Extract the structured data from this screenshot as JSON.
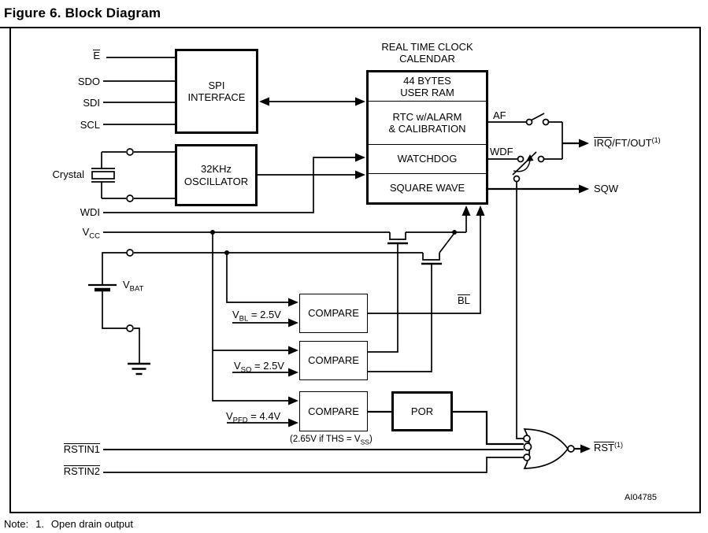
{
  "figure": {
    "title": "Figure 6. Block Diagram",
    "code": "AI04785"
  },
  "note": {
    "label": "Note:",
    "number": "1.",
    "text": "Open drain output"
  },
  "pins": {
    "e": "E",
    "sdo": "SDO",
    "sdi": "SDI",
    "scl": "SCL",
    "crystal": "Crystal",
    "wdi": "WDI",
    "vcc": {
      "base": "V",
      "sub": "CC"
    },
    "vbat": {
      "base": "V",
      "sub": "BAT"
    },
    "rstin1": "RSTIN1",
    "rstin2": "RSTIN2"
  },
  "outputs": {
    "irq": {
      "ov": "IRQ",
      "rest": "/FT/OUT",
      "sup": "(1)"
    },
    "sqw": "SQW",
    "rst": {
      "ov": "RST",
      "sup": "(1)"
    }
  },
  "blocks": {
    "spi": "SPI\nINTERFACE",
    "osc": "32KHz\nOSCILLATOR",
    "rtc_header": "REAL TIME CLOCK\nCALENDAR",
    "rtc_rows": [
      "44 BYTES\nUSER RAM",
      "RTC w/ALARM\n& CALIBRATION",
      "WATCHDOG",
      "SQUARE WAVE"
    ],
    "compare": "COMPARE",
    "por": "POR"
  },
  "signals": {
    "af": "AF",
    "wdf": "WDF",
    "bl": "BL",
    "vbl": {
      "base": "V",
      "sub": "BL",
      "val": " = 2.5V"
    },
    "vso": {
      "base": "V",
      "sub": "SO",
      "val": " = 2.5V"
    },
    "vpfd": {
      "base": "V",
      "sub": "PFD",
      "val": " = 4.4V"
    },
    "ths": {
      "pre": "(2.65V if THS = V",
      "sub": "SS",
      "post": ")"
    }
  },
  "colors": {
    "ink": "#000000",
    "background": "#ffffff"
  }
}
